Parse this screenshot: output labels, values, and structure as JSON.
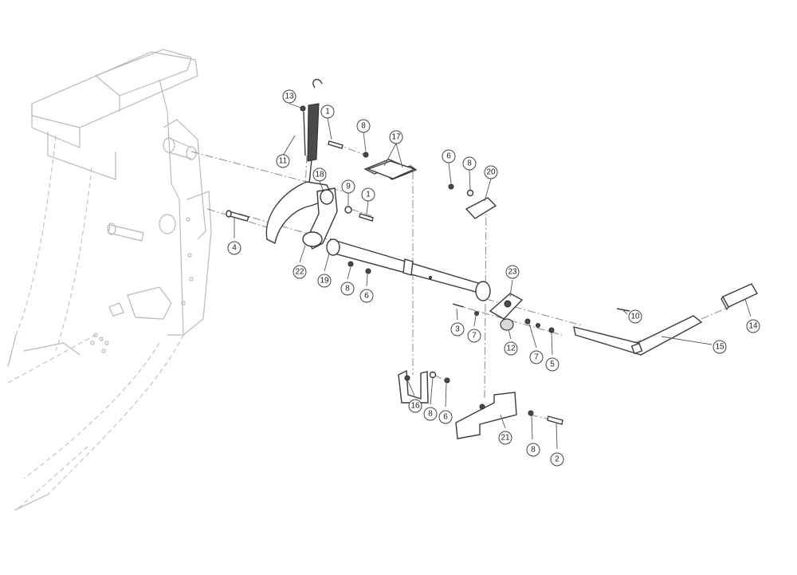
{
  "callouts": {
    "c13": "13",
    "c11": "11",
    "c1a": "1",
    "c18": "18",
    "c8a": "8",
    "c17": "17",
    "c9": "9",
    "c1b": "1",
    "c6a": "6",
    "c8b": "8",
    "c20": "20",
    "c4": "4",
    "c22": "22",
    "c19": "19",
    "c8c": "8",
    "c6b": "6",
    "c23": "23",
    "c3": "3",
    "c7a": "7",
    "c12": "12",
    "c7b": "7",
    "c5": "5",
    "c10": "10",
    "c15": "15",
    "c14": "14",
    "c16": "16",
    "c8d": "8",
    "c6c": "6",
    "c21": "21",
    "c8e": "8",
    "c2": "2"
  }
}
